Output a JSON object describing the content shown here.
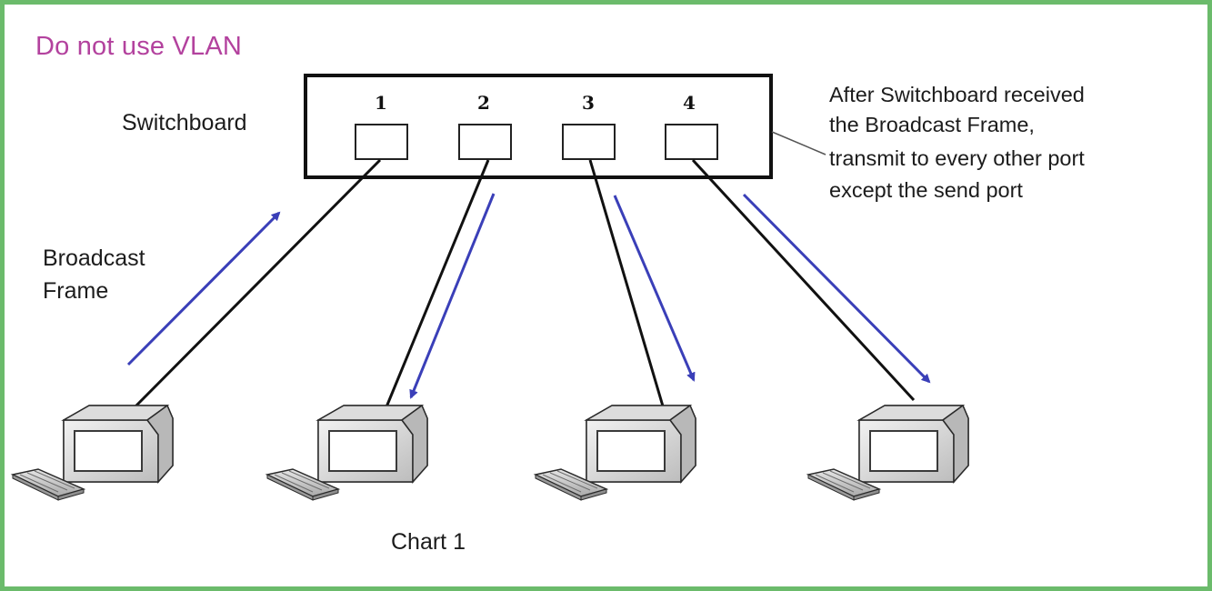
{
  "title": "Do not use VLAN",
  "switchboard": {
    "label": "Switchboard",
    "ports": [
      "1",
      "2",
      "3",
      "4"
    ]
  },
  "broadcast_label": [
    "Broadcast",
    "Frame"
  ],
  "note": [
    "After Switchboard received",
    "the Broadcast Frame,",
    "transmit to every other port",
    "except the send port"
  ],
  "caption": "Chart  1",
  "colors": {
    "frame_border": "#6bbb6b",
    "title": "#b3429e",
    "arrow": "#3a3fb8",
    "cable": "#111111"
  }
}
